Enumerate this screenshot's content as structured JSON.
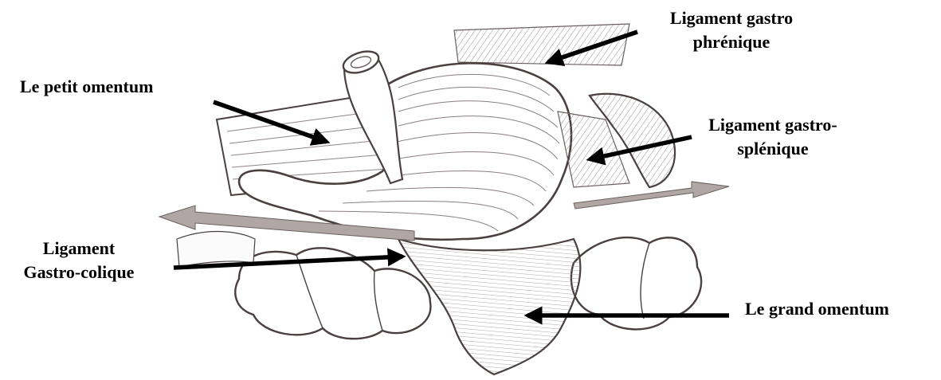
{
  "labels": {
    "petit_omentum": "Le petit omentum",
    "gastro_phrenique_1": "Ligament gastro",
    "gastro_phrenique_2": "phrénique",
    "gastro_splenique_1": "Ligament gastro-",
    "gastro_splenique_2": "splénique",
    "gastro_colique_1": "Ligament",
    "gastro_colique_2": "Gastro-colique",
    "grand_omentum": "Le grand omentum"
  },
  "colors": {
    "text": "#000000",
    "arrow": "#000000",
    "drawing_line": "#4a4040",
    "drawing_shade": "#8a7f80",
    "drawing_fill": "#ffffff"
  },
  "icons": [
    "arrow-icon"
  ]
}
